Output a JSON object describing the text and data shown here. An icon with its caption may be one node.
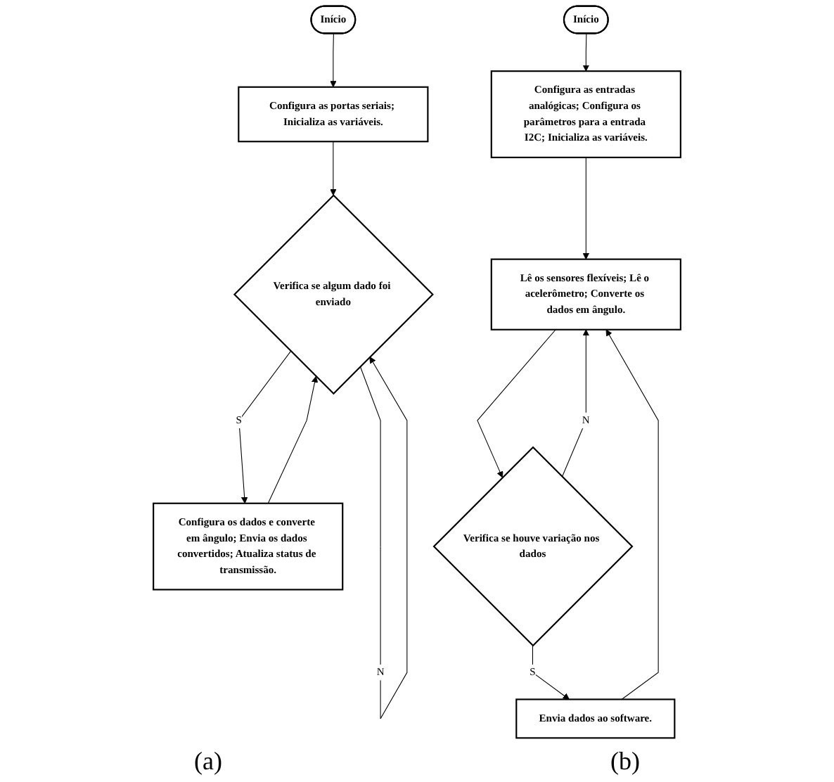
{
  "diagram": {
    "nodes": [
      {
        "text": [
          "Início"
        ]
      },
      {
        "text": [
          "Configura as portas seriais; Inicializa as variáveis."
        ]
      },
      {
        "text": [
          "Verifica se algum dado foi enviado"
        ]
      },
      {
        "text": [
          "Configura os dados e converte em ângulo; Envia os dados convertidos; Atualiza status de transmissão."
        ]
      },
      {
        "text": [
          "Início"
        ]
      },
      {
        "text": [
          "Configura as entradas analógicas; Configura os parâmetros para a entrada I2C; Inicializa as variáveis."
        ]
      },
      {
        "text": [
          "Lê os sensores flexíveis; Lê o acelerômetro; Converte os dados em ângulo."
        ]
      },
      {
        "text": [
          "Verifica se houve variação nos dados"
        ]
      },
      {
        "text": [
          "Envia dados ao software."
        ]
      }
    ],
    "edges": [
      {
        "from": 0,
        "to": 1,
        "arrow": "to"
      },
      {
        "from": 1,
        "to": 2,
        "arrow": "to"
      },
      {
        "from": 2,
        "to": 3,
        "arrow": "to",
        "label": "S"
      },
      {
        "from": 2,
        "to": 2,
        "arrow": "to",
        "label": "N"
      },
      {
        "from": 3,
        "to": 2,
        "arrow": "to"
      },
      {
        "from": 4,
        "to": 5,
        "arrow": "to"
      },
      {
        "from": 5,
        "to": 6,
        "arrow": "to"
      },
      {
        "from": 6,
        "to": 7,
        "arrow": "to"
      },
      {
        "from": 7,
        "to": 8,
        "arrow": "to",
        "label": "S"
      },
      {
        "from": 7,
        "to": 6,
        "arrow": "to",
        "label": "N"
      },
      {
        "from": 8,
        "to": 6,
        "arrow": "to"
      }
    ],
    "labels": [
      "(a)",
      "(b)"
    ]
  }
}
